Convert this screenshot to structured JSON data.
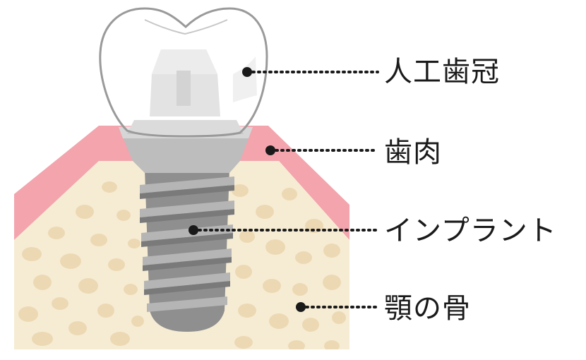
{
  "labels": {
    "crown": "人工歯冠",
    "gum": "歯肉",
    "implant": "インプラント",
    "jawbone": "顎の骨"
  },
  "colors": {
    "gum": "#f3a4ad",
    "bone": "#f6ecd3",
    "bone_spots": "#ecd9b4",
    "crown_glass": "#ffffff",
    "abutment": "#d4d4d4",
    "implant_screw": "#8f8f8f",
    "leader_dots": "#1a1a1a"
  }
}
